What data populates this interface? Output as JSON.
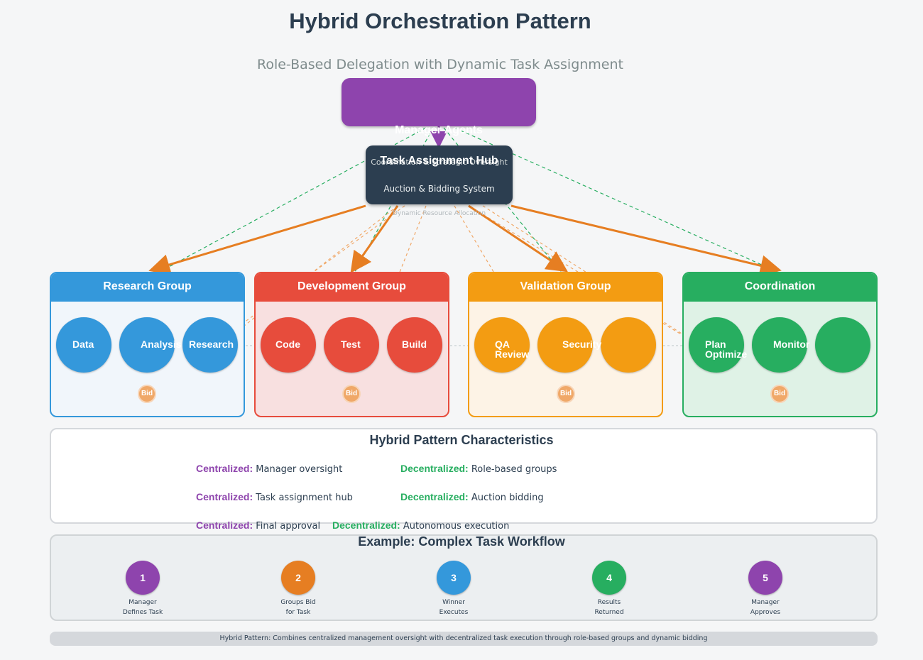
{
  "title": "Hybrid Orchestration Pattern",
  "subtitle": "Role-Based Delegation with Dynamic Task Assignment",
  "manager": {
    "label": "Manager Agents",
    "overlay": "Coordination & Strategic Oversight"
  },
  "hub": {
    "title": "Task Assignment Hub",
    "subtitle": "Auction & Bidding System",
    "note": "Dynamic Resource Allocation"
  },
  "groups": [
    {
      "name": "Research Group",
      "agents": [
        "Data",
        "Analysis",
        "Research"
      ],
      "bid": "Bid"
    },
    {
      "name": "Development Group",
      "agents": [
        "Code",
        "Test",
        "Build"
      ],
      "bid": "Bid"
    },
    {
      "name": "Validation Group",
      "agents": [
        "QA Review",
        "Security",
        ""
      ],
      "bid": "Bid"
    },
    {
      "name": "Coordination",
      "agents": [
        "Plan Optimize",
        "Monitor",
        ""
      ],
      "bid": "Bid"
    }
  ],
  "characteristics": {
    "title": "Hybrid Pattern Characteristics",
    "rows": [
      {
        "c_key": "Centralized:",
        "c_val": "Manager oversight",
        "d_key": "Decentralized:",
        "d_val": "Role-based groups"
      },
      {
        "c_key": "Centralized:",
        "c_val": "Task assignment hub",
        "d_key": "Decentralized:",
        "d_val": "Auction bidding"
      },
      {
        "c_key": "Centralized:",
        "c_val": "Final approval",
        "d_key": "Decentralized:",
        "d_val": "Autonomous execution"
      }
    ]
  },
  "workflow": {
    "title": "Example: Complex Task Workflow",
    "steps": [
      {
        "num": "1",
        "line1": "Manager",
        "line2": "Defines Task"
      },
      {
        "num": "2",
        "line1": "Groups Bid",
        "line2": "for Task"
      },
      {
        "num": "3",
        "line1": "Winner",
        "line2": "Executes"
      },
      {
        "num": "4",
        "line1": "Results",
        "line2": "Returned"
      },
      {
        "num": "5",
        "line1": "Manager",
        "line2": "Approves"
      }
    ]
  },
  "footer": "Hybrid Pattern: Combines centralized management oversight with decentralized task execution through role-based groups and dynamic bidding",
  "colors": {
    "manager": "#8e44ad",
    "hub": "#2c3e50",
    "research": "#3498db",
    "development": "#e74c3c",
    "validation": "#f39c12",
    "coordination": "#27ae60",
    "arrow": "#e67e22",
    "step5": "#8e44ad"
  }
}
